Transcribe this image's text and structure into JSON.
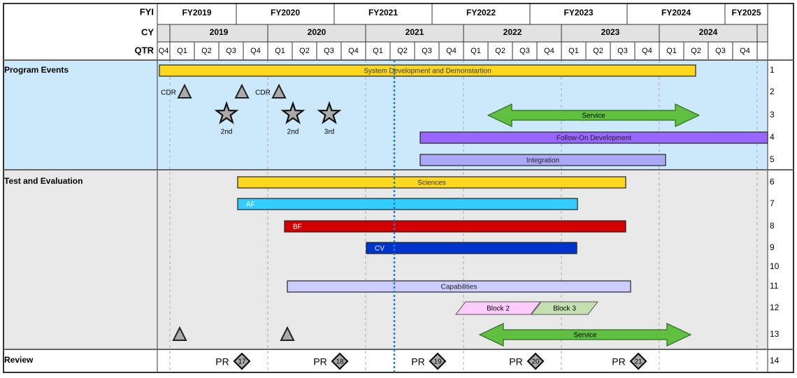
{
  "header": {
    "fyi_label": "FYI",
    "cy_label": "CY",
    "qtr_label": "QTR",
    "fy": [
      "FY2019",
      "FY2020",
      "FY2021",
      "FY2022",
      "FY2023",
      "FY2024",
      "FY2025"
    ],
    "cy": [
      "2019",
      "2020",
      "2021",
      "2022",
      "2023",
      "2024"
    ],
    "qtr_first": "Q4",
    "quarters": [
      "Q1",
      "Q2",
      "Q3",
      "Q4"
    ]
  },
  "sections": [
    {
      "label": "Program Events",
      "color": "#cce9fb"
    },
    {
      "label": "Test and Evaluation",
      "color": "#e8e8e8"
    },
    {
      "label": "Review",
      "color": "#ffffff"
    }
  ],
  "row_numbers": [
    "1",
    "2",
    "3",
    "4",
    "5",
    "6",
    "7",
    "8",
    "9",
    "10",
    "11",
    "12",
    "13",
    "14"
  ],
  "bars": [
    {
      "label": "System Development and Demonstartion",
      "color": "#fcd71d",
      "text": "#333"
    },
    {
      "label": "Follow-On Development",
      "color": "#9966ff",
      "text": "#222"
    },
    {
      "label": "Integration",
      "color": "#a9a9f5",
      "text": "#222"
    },
    {
      "label": "Sciences",
      "color": "#fcd71d",
      "text": "#333"
    },
    {
      "label": "AF",
      "color": "#33ccff",
      "text": "#fff"
    },
    {
      "label": "BF",
      "color": "#d40000",
      "text": "#fff"
    },
    {
      "label": "CV",
      "color": "#0033cc",
      "text": "#fff"
    },
    {
      "label": "Capabilities",
      "color": "#ccccff",
      "text": "#222"
    }
  ],
  "blocks": [
    {
      "label": "Block 2",
      "color": "#ffccff"
    },
    {
      "label": "Block 3",
      "color": "#c4dfb0"
    }
  ],
  "service": {
    "label": "Service",
    "color": "#5fbf3f"
  },
  "milestones": {
    "cdr": "CDR",
    "stars": [
      "2nd",
      "2nd",
      "3rd"
    ]
  },
  "reviews": {
    "prefix": "PR",
    "numbers": [
      "17",
      "18",
      "19",
      "20",
      "21"
    ]
  },
  "today_line_color": "#1f7fcf"
}
